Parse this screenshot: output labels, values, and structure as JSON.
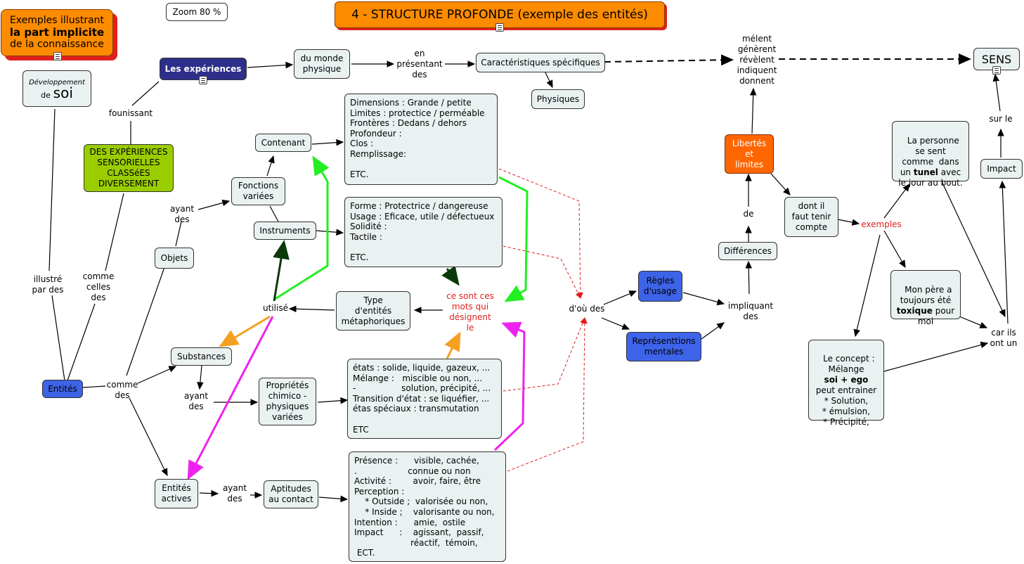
{
  "zoom": "Zoom 80 %",
  "title": "4 - STRUCTURE PROFONDE (exemple des entités)",
  "intro": {
    "line1": "Exemples illustrant",
    "line2": "la part implicite",
    "line3": "de la connaissance"
  },
  "dev_soi": {
    "small": "Développement",
    "de": "de",
    "soi": "soi"
  },
  "nodes": {
    "experiences": "Les expériences",
    "monde_physique": "du monde\nphysique",
    "en_presentant": "en\nprésentant\ndes",
    "caracteristiques": "Caractéristiques spécifiques",
    "physiques": "Physiques",
    "melent": "mélent\ngénèrent\nrévèlent\nindiquent\ndonnent",
    "sens": "SENS",
    "fournissant": "founissant",
    "des_experiences": "DES EXPÉRIENCES\nSENSORIELLES\nCLASSéES\nDIVERSEMENT",
    "contenant": "Contenant",
    "fonctions": "Fonctions\nvariées",
    "ayant_des_1": "ayant\ndes",
    "instruments": "Instruments",
    "objets": "Objets",
    "illustre": "illustré\npar des",
    "comme_celles": "comme\ncelles\ndes",
    "utilise": "utilisé",
    "type_entites": "Type\nd'entités\nmétaphoriques",
    "ce_sont": "ce sont ces\nmots qui\ndésignent\nle",
    "substances": "Substances",
    "entites": "Entités",
    "comme_des": "comme\ndes",
    "ayant_des_2": "ayant\ndes",
    "proprietes": "Propriétés\nchimico -\nphysiques\nvariées",
    "entites_actives": "Entités\nactives",
    "ayant_des_3": "ayant\ndes",
    "aptitudes": "Aptitudes\nau contact",
    "dou_des": "d'où des",
    "regles": "Règles\nd'usage",
    "representations": "Représenttions\nmentales",
    "impliquant": "impliquant\ndes",
    "differences": "Différences",
    "de": "de",
    "libertes": "Libertés\net\nlimites",
    "dont_il": "dont il\nfaut tenir\ncompte",
    "exemples": "exemples",
    "personne_a": "La personne\nse sent\ncomme  dans\nun ",
    "personne_b": "tunel",
    "personne_c": " avec\nle jour au bout.",
    "pere_a": "Mon père a\ntoujours été\n",
    "pere_b": "toxique",
    "pere_c": " pour\nmoi",
    "concept_a": "Le concept :\nMélange\n",
    "concept_b": "soi + ego",
    "concept_c": "\npeut entrainer\n* Solution,\n* émulsion,\n* Précipité,",
    "sur_le": "sur le",
    "impact": "Impact",
    "car_ils": "car ils\nont un"
  },
  "text_boxes": {
    "dimensions": "Dimensions : Grande / petite\nLimites : protectice / perméable\nFrontères : Dedans / dehors\nProfondeur :\nClos :\nRemplissage:\n\nETC.",
    "forme": "Forme : Protectrice / dangereuse\nUsage : Eficace, utile / défectueux\nSolidité :\nTactile :\n\nETC.",
    "etats": "états : solide, liquide, gazeux, ...\nMélange :   miscible ou non, ...\n-                 solution, précipité, ...\nTransition d'état : se liquéfier, ...\nétas spéciaux : transmutation\n\nETC",
    "presence": "Présence :      visible, cachée,\n.                   connue ou non\nActivité :        avoir, faire, être\nPerception :\n    * Outside ;  valorisée ou non,\n    * Inside ;    valorisante ou non,\nIntention :      amie,  ostile\nImpact      :    agissant,  passif,\n                     réactif,  témoin,\n ECT."
  },
  "colors": {
    "orange": "#fd8b00",
    "navy": "#2e2f8a",
    "green": "#9acd00",
    "blue": "#3d63e8",
    "red_orange": "#ff6600",
    "arrow_green": "#22ee22",
    "arrow_dark": "#0a3a0a",
    "arrow_orange": "#f5a020",
    "arrow_magenta": "#ee22ee",
    "dashed_red": "#e02020"
  }
}
